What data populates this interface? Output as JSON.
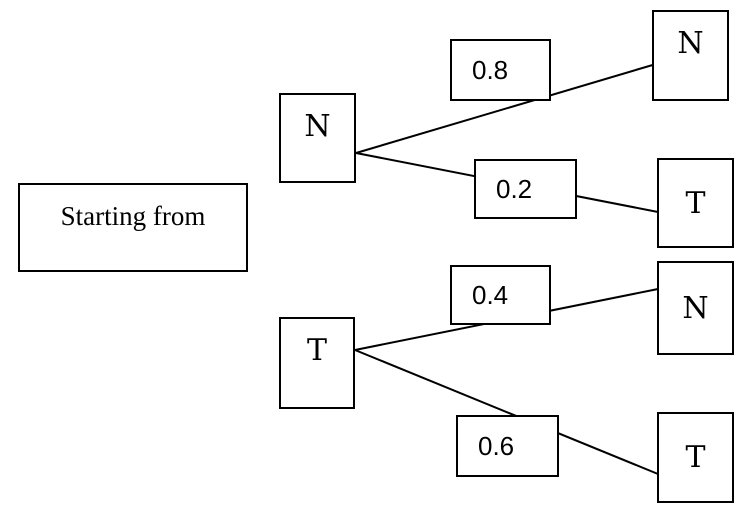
{
  "start_label": "Starting from",
  "states": {
    "top": "N",
    "bottom": "T"
  },
  "branches": {
    "n_to_n": {
      "probability": "0.8",
      "target": "N"
    },
    "n_to_t": {
      "probability": "0.2",
      "target": "T"
    },
    "t_to_n": {
      "probability": "0.4",
      "target": "N"
    },
    "t_to_t": {
      "probability": "0.6",
      "target": "T"
    }
  },
  "colors": {
    "stroke": "#000000",
    "background": "#ffffff"
  }
}
